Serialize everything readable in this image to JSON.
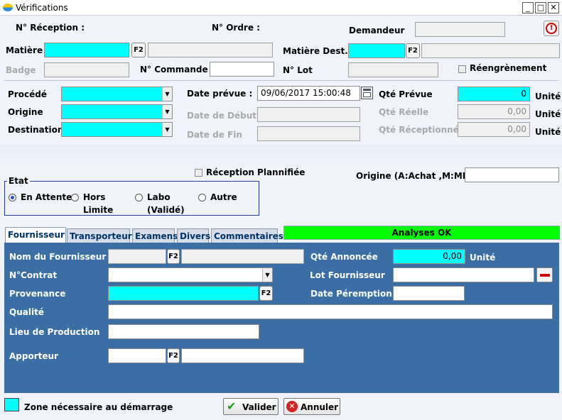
{
  "window": {
    "title": "Vérifications"
  },
  "titlebar": {
    "minimize": "_",
    "maximize": "□",
    "close": "✕"
  },
  "header": {
    "reception_label": "N° Réception :",
    "ordre_label": "N° Ordre :",
    "demandeur_label": "Demandeur",
    "matiere_label": "Matière",
    "matiere_dest_label": "Matière Dest.",
    "badge_label": "Badge",
    "commande_label": "N° Commande",
    "lot_label": "N° Lot",
    "reengrenement_label": "Réengrènement",
    "f2": "F2"
  },
  "schedule": {
    "procede_label": "Procédé",
    "origine_label": "Origine",
    "destination_label": "Destination",
    "date_prevue_label": "Date prévue :",
    "date_prevue_value": "09/06/2017 15:00:48",
    "date_debut_label": "Date de Début",
    "date_fin_label": "Date de Fin",
    "qte_prevue_label": "Qté Prévue",
    "qte_prevue_value": "0",
    "qte_reelle_label": "Qté Réelle",
    "qte_reelle_value": "0,00",
    "qte_receptionnee_label": "Qté Réceptionnée",
    "qte_receptionnee_value": "0,00",
    "unite": "Unité"
  },
  "planning": {
    "reception_planifiee_label": "Réception Plannifiée",
    "origine_achat_label": "Origine (A:Achat ,M:MP)"
  },
  "etat": {
    "title": "Etat",
    "options": [
      {
        "label": "En Attente",
        "selected": true
      },
      {
        "label": "Hors Limite",
        "selected": false
      },
      {
        "label": "Labo (Validé)",
        "selected": false
      },
      {
        "label": "Autre",
        "selected": false
      }
    ],
    "opt0": "En Attente",
    "opt1a": "Hors",
    "opt1b": "Limite",
    "opt2a": "Labo",
    "opt2b": "(Validé)",
    "opt3": "Autre"
  },
  "tabs": {
    "fournisseur": "Fournisseur",
    "transporteur": "Transporteur",
    "examens": "Examens",
    "divers": "Divers",
    "commentaires": "Commentaires",
    "status": "Analyses OK"
  },
  "fournisseur": {
    "nom_label": "Nom du Fournisseur",
    "contrat_label": "N°Contrat",
    "provenance_label": "Provenance",
    "qualite_label": "Qualité",
    "lieu_label": "Lieu de Production",
    "apporteur_label": "Apporteur",
    "qte_annoncee_label": "Qté Annoncée",
    "qte_annoncee_value": "0,00",
    "unite": "Unité",
    "lot_fournisseur_label": "Lot Fournisseur",
    "date_peremption_label": "Date Péremption"
  },
  "footer": {
    "legend": "Zone nécessaire au démarrage",
    "valider": "Valider",
    "annuler": "Annuler"
  },
  "colors": {
    "required": "#00ffff",
    "panel": "#3a6ea5",
    "status_ok": "#00ff00",
    "accent": "#1f4fd0"
  }
}
